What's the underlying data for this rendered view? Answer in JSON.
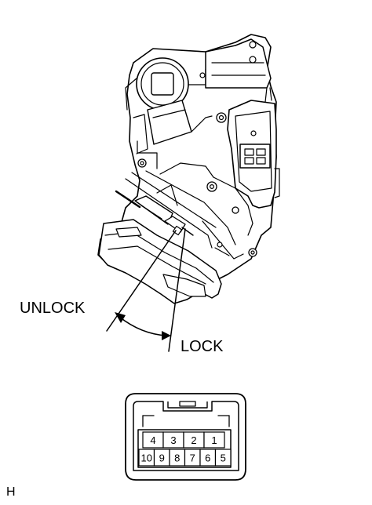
{
  "labels": {
    "unlock": "UNLOCK",
    "lock": "LOCK",
    "figure_code": "H"
  },
  "connector": {
    "top_row": [
      "4",
      "3",
      "2",
      "1"
    ],
    "bottom_row": [
      "10",
      "9",
      "8",
      "7",
      "6",
      "5"
    ]
  }
}
